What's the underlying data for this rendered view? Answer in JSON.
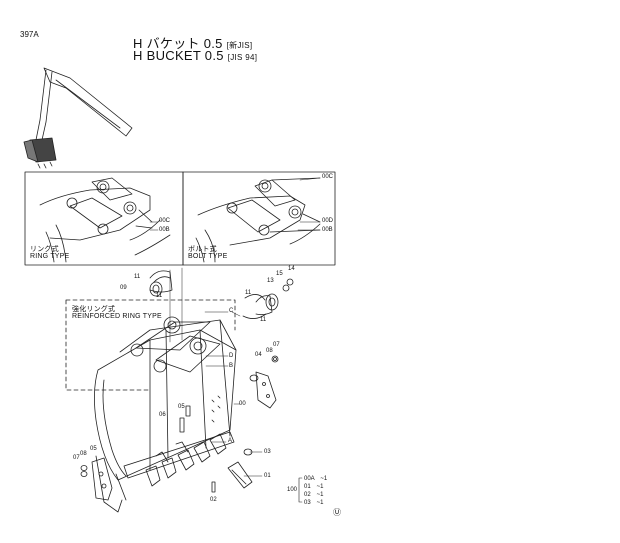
{
  "page_id": "397A",
  "title_ja": "H バケット 0.5",
  "title_ja_spec": "[新JIS]",
  "title_en": "H BUCKET 0.5",
  "title_en_spec": "[JIS 94]",
  "panels": {
    "ring_ja": "リング式",
    "ring_en": "RING TYPE",
    "bolt_ja": "ボルト式",
    "bolt_en": "BOLT TYPE",
    "reinforced_ja": "強化リング式",
    "reinforced_en": "REINFORCED RING TYPE"
  },
  "callouts": {
    "ring_00c": "00C",
    "ring_00b": "00B",
    "bolt_00c": "00C",
    "bolt_00d": "00D",
    "bolt_00b": "00B",
    "p11a": "11",
    "p09": "09",
    "p11b": "11",
    "p14": "14",
    "p13": "13",
    "p15": "15",
    "p11c": "11",
    "p11d": "11",
    "pC": "C",
    "pD": "D",
    "pB": "B",
    "pA": "A",
    "p04": "04",
    "p07a": "07",
    "p08a": "08",
    "p00": "00",
    "p06": "06",
    "p05b": "05",
    "p08b": "08",
    "p07b": "07",
    "p05a": "05",
    "p03": "03",
    "p01": "01",
    "p02": "02"
  },
  "parts_group": {
    "prefix": "100",
    "rows": [
      "00A　~1",
      "01　~1",
      "02　~1",
      "03　~1"
    ]
  },
  "footer_mark": "Ⓤ"
}
